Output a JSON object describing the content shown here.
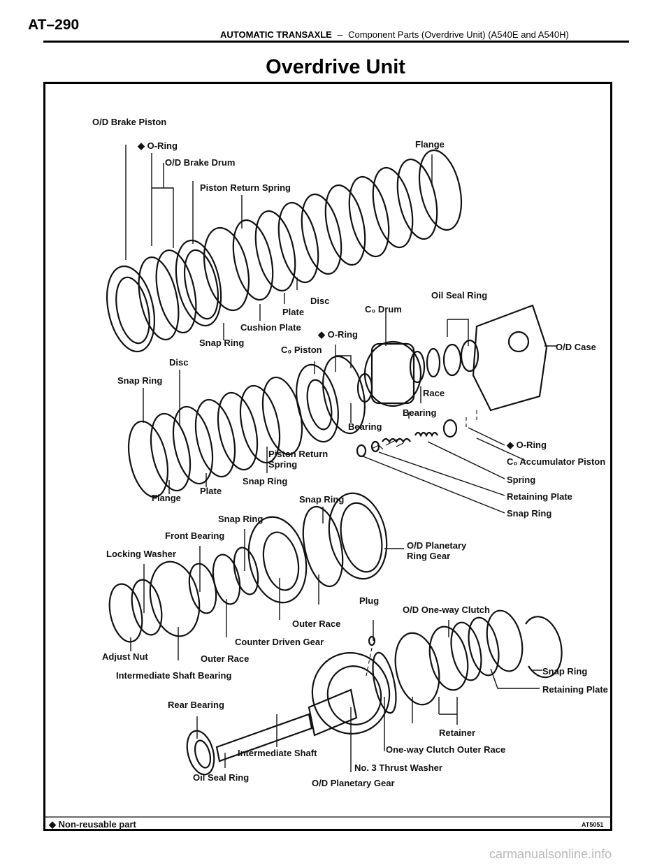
{
  "header": {
    "page_number": "AT–290",
    "section": "AUTOMATIC TRANSAXLE",
    "separator": "–",
    "subtitle": "Component Parts (Overdrive Unit) (A540E and A540H)"
  },
  "title": "Overdrive Unit",
  "labels": {
    "od_brake_piston": "O/D Brake Piston",
    "o_ring_1": "◆ O-Ring",
    "od_brake_drum": "O/D Brake Drum",
    "piston_return_spring_1": "Piston Return Spring",
    "flange_1": "Flange",
    "disc_1": "Disc",
    "plate_1": "Plate",
    "cushion_plate": "Cushion Plate",
    "snap_ring_1": "Snap Ring",
    "c0_drum": "C₀ Drum",
    "oil_seal_ring_1": "Oil Seal Ring",
    "o_ring_2": "◆ O-Ring",
    "c0_piston": "C₀ Piston",
    "od_case": "O/D Case",
    "disc_2": "Disc",
    "snap_ring_2": "Snap Ring",
    "race": "Race",
    "bearing_1": "Bearing",
    "bearing_2": "Bearing",
    "o_ring_3": "◆ O-Ring",
    "c0_accumulator_piston": "C₀ Accumulator Piston",
    "piston_return_spring_2a": "Piston Return",
    "piston_return_spring_2b": "Spring",
    "spring": "Spring",
    "snap_ring_3": "Snap Ring",
    "retaining_plate_1": "Retaining Plate",
    "plate_2": "Plate",
    "flange_2": "Flange",
    "snap_ring_4": "Snap Ring",
    "snap_ring_5": "Snap Ring",
    "snap_ring_6": "Snap Ring",
    "front_bearing": "Front Bearing",
    "od_planetary_ring_gear_a": "O/D Planetary",
    "od_planetary_ring_gear_b": "Ring Gear",
    "locking_washer": "Locking Washer",
    "plug": "Plug",
    "od_one_way_clutch": "O/D One-way Clutch",
    "outer_race_1": "Outer Race",
    "counter_driven_gear": "Counter Driven Gear",
    "adjust_nut": "Adjust Nut",
    "outer_race_2": "Outer Race",
    "intermediate_shaft_bearing": "Intermediate Shaft Bearing",
    "snap_ring_7": "Snap Ring",
    "retaining_plate_2": "Retaining Plate",
    "rear_bearing": "Rear Bearing",
    "retainer": "Retainer",
    "one_way_clutch_outer_race": "One-way Clutch Outer Race",
    "intermediate_shaft": "Intermediate Shaft",
    "no3_thrust_washer": "No. 3 Thrust Washer",
    "oil_seal_ring_2": "Oil Seal Ring",
    "od_planetary_gear": "O/D Planetary Gear"
  },
  "footer": {
    "legend": "◆ Non-reusable part",
    "figure_code": "AT5051"
  },
  "watermark": "carmanualsonline.info"
}
